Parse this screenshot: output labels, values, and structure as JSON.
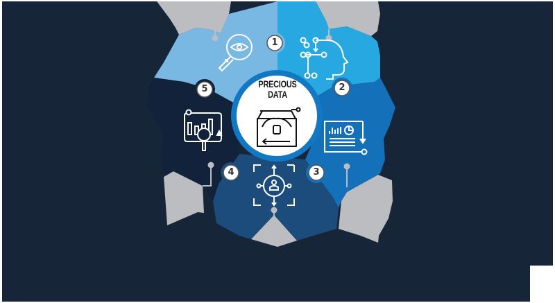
{
  "diagram": {
    "type": "cycle",
    "center": {
      "title_line1": "PRECIOUS",
      "title_line2": "DATA",
      "icon": "treasure-chest-icon"
    },
    "colors": {
      "background": "#172539",
      "segment_1": "#7ab8e4",
      "segment_2": "#28a8e0",
      "segment_3": "#1470b8",
      "segment_4": "#1b4c7c",
      "segment_5": "#12223a",
      "callout_gray": "#bcbdc0",
      "center_ring": "#1378c4",
      "center_fill": "#ffffff",
      "icon_stroke": "#ffffff"
    },
    "steps": [
      {
        "number": "1",
        "icon": "magnifier-eye-icon"
      },
      {
        "number": "2",
        "icon": "ai-head-circuit-icon"
      },
      {
        "number": "3",
        "icon": "report-chart-icon"
      },
      {
        "number": "4",
        "icon": "user-target-icon"
      },
      {
        "number": "5",
        "icon": "chart-analysis-icon"
      }
    ]
  }
}
